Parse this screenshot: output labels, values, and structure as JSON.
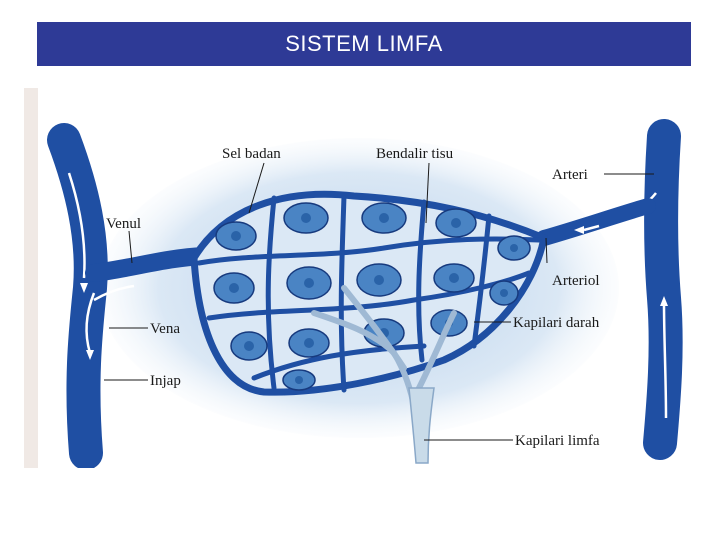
{
  "slide": {
    "title": "SISTEM LIMFA"
  },
  "diagram": {
    "labels": {
      "sel_badan": "Sel badan",
      "bendalir_tisu": "Bendalir tisu",
      "arteri": "Arteri",
      "venul": "Venul",
      "arteriol": "Arteriol",
      "vena": "Vena",
      "kapilari_darah": "Kapilari darah",
      "injap": "Injap",
      "kapilari_limfa": "Kapilari limfa"
    },
    "colors": {
      "title_bar": "#2e3a96",
      "vessel": "#1f4fa3",
      "vessel_dark": "#173a7e",
      "cell_fill": "#4a84c4",
      "cell_nucleus": "#2a63a8",
      "tissue_fluid": "#d4e4f2",
      "lymph": "#c9dbe9"
    }
  }
}
